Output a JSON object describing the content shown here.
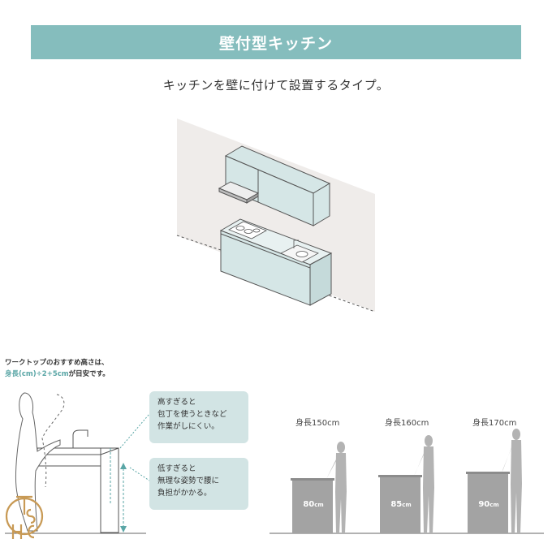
{
  "header": {
    "title": "壁付型キッチン",
    "subtitle": "キッチンを壁に付けて設置するタイプ。"
  },
  "note": {
    "line1": "ワークトップのおすすめ高さは、",
    "line2_highlight": "身長(cm)÷2+5cm",
    "line2_rest": "が目安です。"
  },
  "callouts": [
    {
      "lines": [
        "高すぎると",
        "包丁を使うときなど",
        "作業がしにくい。"
      ]
    },
    {
      "lines": [
        "低すぎると",
        "無理な姿勢で腰に",
        "負担がかかる。"
      ]
    }
  ],
  "examples": [
    {
      "height_label": "身長150cm",
      "counter_value": "80",
      "unit": "cm"
    },
    {
      "height_label": "身長160cm",
      "counter_value": "85",
      "unit": "cm"
    },
    {
      "height_label": "身長170cm",
      "counter_value": "90",
      "unit": "cm"
    }
  ],
  "colors": {
    "banner": "#85bdbd",
    "callout": "#d2e4e4",
    "cabinet": "#d5e6e6",
    "silhouette": "#b3b3b3",
    "counter": "#a3a3a3",
    "logo": "#c89a55"
  }
}
